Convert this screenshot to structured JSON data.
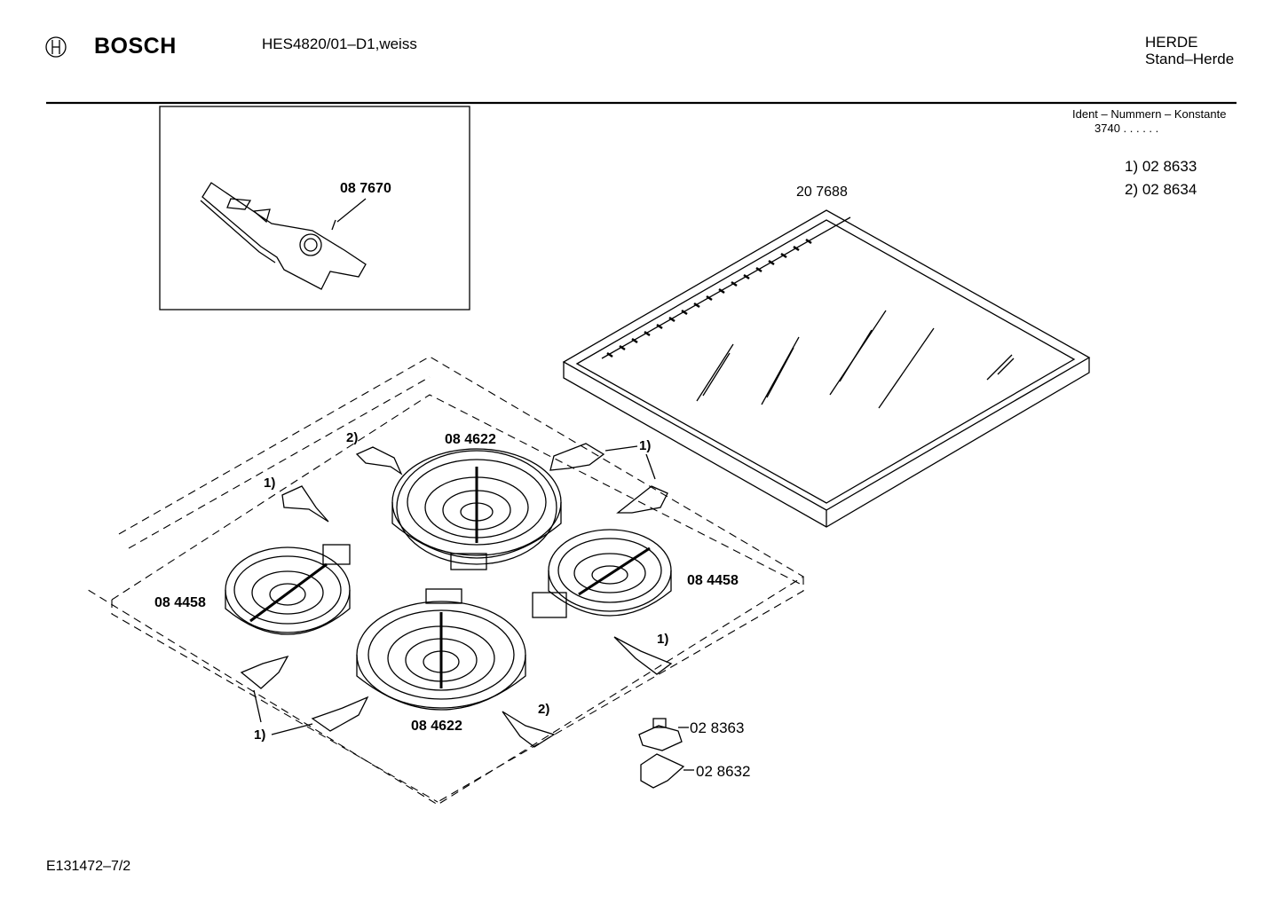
{
  "header": {
    "brand": "BOSCH",
    "model": "HES4820/01–D1,weiss",
    "category_line1": "HERDE",
    "category_line2": "Stand–Herde",
    "ident_label": "Ident – Nummern – Konstante",
    "ident_value": "3740 . .   . . . ."
  },
  "legend": {
    "item1": "1) 02 8633",
    "item2": "2) 02 8634"
  },
  "parts": {
    "scraper": "08 7670",
    "glass_top": "20 7688",
    "large_burner_top": "08 4622",
    "large_burner_bottom": "08 4622",
    "small_burner_left": "08 4458",
    "small_burner_right": "08 4458",
    "connector_a": "02 8363",
    "connector_b": "02 8632"
  },
  "callouts": {
    "c1": "2)",
    "c2": "1)",
    "c3": "1)",
    "c4": "1)",
    "c5": "2)",
    "c6": "1)"
  },
  "footer": {
    "doc_id": "E131472–7/2"
  },
  "icons": [
    "bosch-logo-icon",
    "scraper-tool-icon",
    "glass-hob-icon",
    "burner-icon",
    "clip-icon",
    "connector-icon"
  ]
}
